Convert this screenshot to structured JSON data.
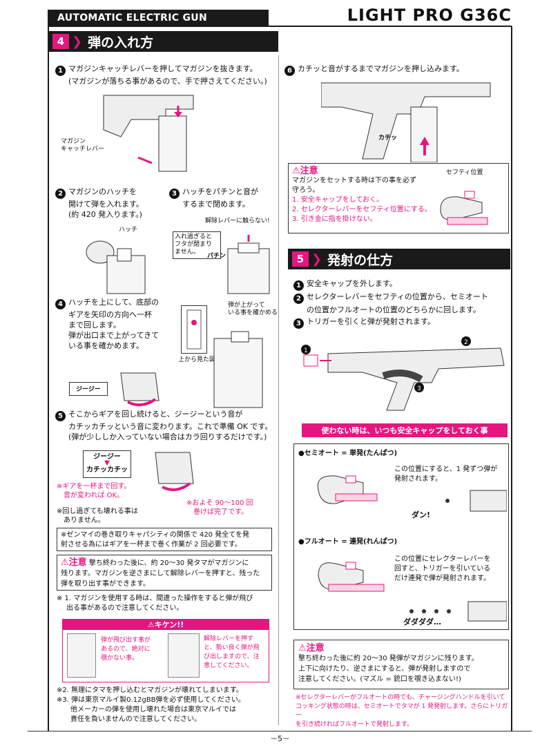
{
  "header": {
    "left_title": "AUTOMATIC ELECTRIC GUN",
    "right_title": "LIGHT PRO G36C"
  },
  "section4": {
    "num": "4",
    "title": "弾の入れ方",
    "step1": {
      "num": "1",
      "line1": "マガジンキャッチレバーを押してマガジンを抜きます。",
      "line2": "(マガジンが落ちる事があるので、手で押さえてください。)",
      "label": "マガジン\nキャッチレバー"
    },
    "step2": {
      "num": "2",
      "line1": "マガジンのハッチを",
      "line2": "開けて弾を入れます。",
      "line3": "(約 420 発入ります。)",
      "label": "ハッチ"
    },
    "step3": {
      "num": "3",
      "line1": "ハッチをパチンと音が",
      "line2": "するまで閉めます。",
      "callout1": "入れ過ぎると\nフタが閉まり\nません。",
      "callout_pachin": "パチン",
      "callout2": "解除レバーに触らない!"
    },
    "step4": {
      "num": "4",
      "line1": "ハッチを上にして、底部の",
      "line2": "ギアを矢印の方向へ一杯",
      "line3": "まで回します。",
      "line4": "弾が出口まで上がってきて",
      "line5": "いる事を確かめます。",
      "callout_top": "弾が上がって\nいる事を確かめる",
      "callout_view": "上から見た図",
      "callout_zz": "ジージー"
    },
    "step5": {
      "num": "5",
      "line1": "そこからギアを回し続けると、ジージーという音が",
      "line2": "カチッカチッという音に変わります。これで準備 OK です。",
      "line3": "(弾が少ししか入っていない場合はカラ回りするだけです。)",
      "sound1": "ジージー",
      "sound2": "カチッカチッ",
      "note1": "※ギアを一杯まで回す。",
      "note2": "音が変われば OK。",
      "note3": "※回し過ぎても壊れる事は",
      "note4": "ありません。",
      "note5": "※およそ 90～100 回",
      "note6": "巻けば完了です。"
    },
    "capacity_note": {
      "line1": "※ゼンマイの巻き取りキャパシティの関係で 420 発全てを発",
      "line2": "射させる為にはギアを一杯まで巻く作業が 2 回必要です。"
    },
    "caution1": {
      "head": "⚠注意",
      "line1": "撃ち終わった後に、約 20～30 発タマがマガジンに",
      "line2": "残ります。マガジンを逆さまにして解除レバーを押すと、残った",
      "line3": "弾を取り出す事ができます。"
    },
    "note_magazine": {
      "line1": "※ 1. マガジンを使用する時は、間違った操作をすると弾が飛び",
      "line2": "出る事があるので注意してください。"
    },
    "danger": {
      "head": "⚠キケン!!",
      "left1": "弾が飛び出す事が",
      "left2": "あるので、絶対に",
      "left3": "覗かない事。",
      "right1": "解除レバーを押す",
      "right2": "と、勢い良く弾が飛",
      "right3": "び出しますので、注",
      "right4": "意してください。"
    },
    "note2": {
      "line1": "※2. 無理にタマを押し込むとマガジンが壊れてしまいます。",
      "line2": "※3. 弾は東京マルイ製0.12gBB弾を必ず使用してください。",
      "line3": "他メーカーの弾を使用し壊れた場合は東京マルイでは",
      "line4": "責任を負いませんので注意してください。"
    }
  },
  "step6": {
    "num": "6",
    "text": "カチッと音がするまでマガジンを押し込みます。",
    "label": "カチッ"
  },
  "caution_right": {
    "head": "⚠注意",
    "line1": "マガジンをセットする時は下の事を必ず",
    "line2": "守ろう。",
    "item1": "1. 安全キャップをしておく。",
    "item2": "2. セレクターレバーをセフティ位置にする。",
    "item3": "3. 引き金に指を掛けない。",
    "safety_label": "セフティ位置"
  },
  "section5": {
    "num": "5",
    "title": "発射の仕方",
    "step1": {
      "num": "1",
      "text": "安全キャップを外します。"
    },
    "step2": {
      "num": "2",
      "line1": "セレクターレバーをセフティの位置から、セミオート",
      "line2": "の位置かフルオートの位置のどちらかに回します。"
    },
    "step3": {
      "num": "3",
      "text": "トリガーを引くと弾が発射されます。"
    },
    "pinkbar": "使わない時は、いつも安全キャップをしておく事",
    "semi": {
      "title": "●セミオート = 単発(たんぱつ)",
      "line1": "この位置にすると、1 発ずつ弾が",
      "line2": "発射されます。",
      "sound": "ダン!"
    },
    "full": {
      "title": "●フルオート = 連発(れんぱつ)",
      "line1": "この位置にセレクターレバーを",
      "line2": "回すと、トリガーを引いている",
      "line3": "だけ連発で弾が発射されます。",
      "sound": "ダダダダ…"
    },
    "caution": {
      "head": "⚠注意",
      "line1": "撃ち終わった後に約 20～30 発弾がマガジンに残ります。",
      "line2": "上下に向けたり、逆さまにすると、弾が発射しますので",
      "line3": "注意してください。(マズル = 銃口を覗き込まない!)"
    },
    "footnote": {
      "line1": "※セレクターレバーがフルオートの時でも、チャージングハンドルを引いて",
      "line2": "コッキング状態の時は、セミオートでタマが 1 発発射します。さらにトリガー",
      "line3": "を引き続ければフルオートで発射します。"
    }
  },
  "page_number": "－5－",
  "colors": {
    "accent": "#e5167f",
    "dark": "#1a1a1a"
  }
}
